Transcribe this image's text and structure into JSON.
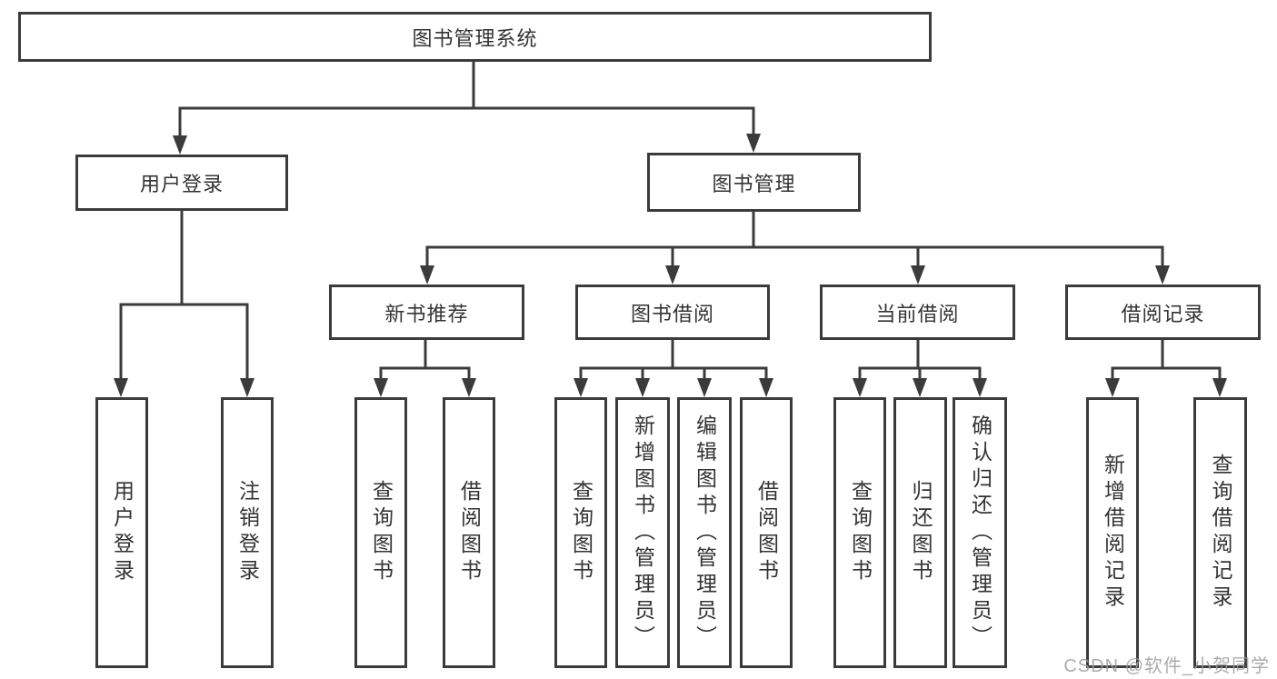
{
  "diagram": {
    "title": "图书管理系统",
    "root": {
      "label": "图书管理系统"
    },
    "level2": [
      {
        "label": "用户登录"
      },
      {
        "label": "图书管理"
      }
    ],
    "level3": [
      {
        "label": "新书推荐"
      },
      {
        "label": "图书借阅"
      },
      {
        "label": "当前借阅"
      },
      {
        "label": "借阅记录"
      }
    ],
    "leaves": {
      "user_login": [
        {
          "label": "用户登录"
        },
        {
          "label": "注销登录"
        }
      ],
      "new_recommend": [
        {
          "label": "查询图书"
        },
        {
          "label": "借阅图书"
        }
      ],
      "book_borrow": [
        {
          "label": "查询图书"
        },
        {
          "label": "新增图书（管理员）"
        },
        {
          "label": "编辑图书（管理员）"
        },
        {
          "label": "借阅图书"
        }
      ],
      "current_borrow": [
        {
          "label": "查询图书"
        },
        {
          "label": "归还图书"
        },
        {
          "label": "确认归还（管理员）"
        }
      ],
      "borrow_records": [
        {
          "label": "新增借阅记录"
        },
        {
          "label": "查询借阅记录"
        }
      ]
    },
    "colors": {
      "line": "#3b3b3b",
      "text": "#333333",
      "background": "#ffffff",
      "watermark": "#9e9e9e"
    },
    "watermark": "CSDN @软件_小贺同学"
  }
}
